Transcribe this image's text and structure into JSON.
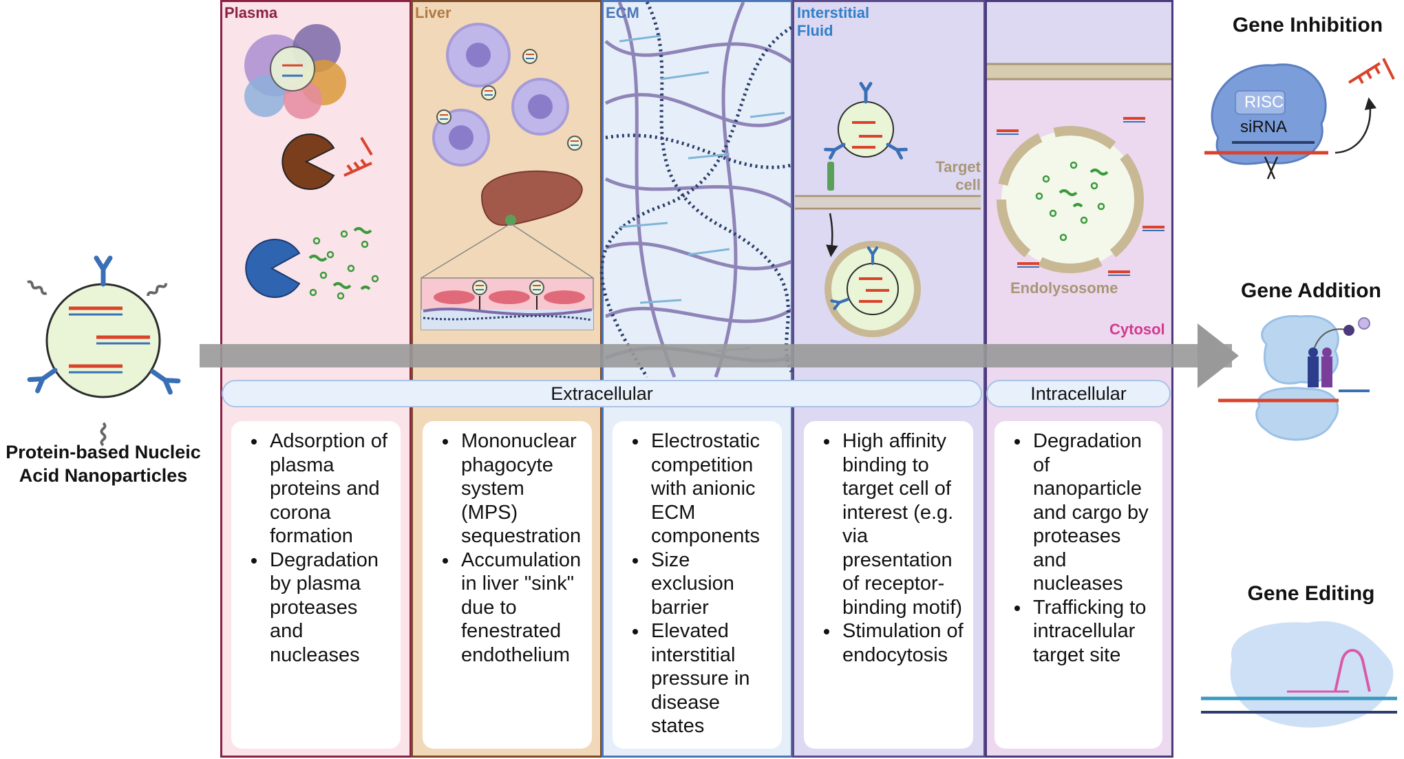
{
  "nanoparticle_label": "Protein-based Nucleic Acid Nanoparticles",
  "columns": [
    {
      "title": "Plasma",
      "title_color": "#8b2142",
      "bg": "#fbe3ea",
      "border": "#8b2142",
      "bullets": [
        "Adsorption of plasma proteins and corona formation",
        "Degradation by plasma proteases and nucleases"
      ]
    },
    {
      "title": "Liver",
      "title_color": "#b07a45",
      "bg": "#f1d8b9",
      "border": "#7a4a2a",
      "bullets": [
        "Mononuclear phagocyte system (MPS) sequestration",
        "Accumulation in liver \"sink\" due to fenestrated endothelium"
      ]
    },
    {
      "title": "ECM",
      "title_color": "#4a76b8",
      "bg": "#e6eff9",
      "border": "#4a76b8",
      "bullets": [
        "Electrostatic competition with anionic ECM components",
        "Size exclusion barrier",
        "Elevated interstitial pressure in disease states"
      ]
    },
    {
      "title": "Interstitial Fluid",
      "title_color": "#2f7fc9",
      "bg": "#ded9f2",
      "border": "#5a4a8a",
      "bullets": [
        "High affinity binding to target cell of interest (e.g. via presentation of receptor-binding motif)",
        "Stimulation of endocytosis"
      ]
    },
    {
      "title": "",
      "title_color": "#555",
      "bg": "#ecd8ef",
      "border": "#4a3a7a",
      "bullets": [
        "Degradation of nanoparticle and cargo by proteases and nucleases",
        "Trafficking to intracellular target site"
      ]
    }
  ],
  "labels": {
    "target_cell": "Target cell",
    "endolysosome": "Endolysosome",
    "cytosol": "Cytosol",
    "extracellular": "Extracellular",
    "intracellular": "Intracellular",
    "risc": "RISC",
    "sirna": "siRNA"
  },
  "applications": {
    "inhibition": "Gene Inhibition",
    "addition": "Gene Addition",
    "editing": "Gene Editing"
  },
  "colors": {
    "arrow": "#999999",
    "antibody": "#3a6fb5",
    "rna_red": "#d9432b",
    "np_fill": "#e9f5d6",
    "np_stroke": "#2b2b2b",
    "pacman_brown": "#7a3e1d",
    "pacman_blue": "#2e64b0",
    "fiber_dark": "#2c3e6b",
    "fiber_purple": "#7a6aa8",
    "membrane": "#c8b894",
    "cytosol_text": "#d23a8f",
    "tan_text": "#a89676"
  }
}
